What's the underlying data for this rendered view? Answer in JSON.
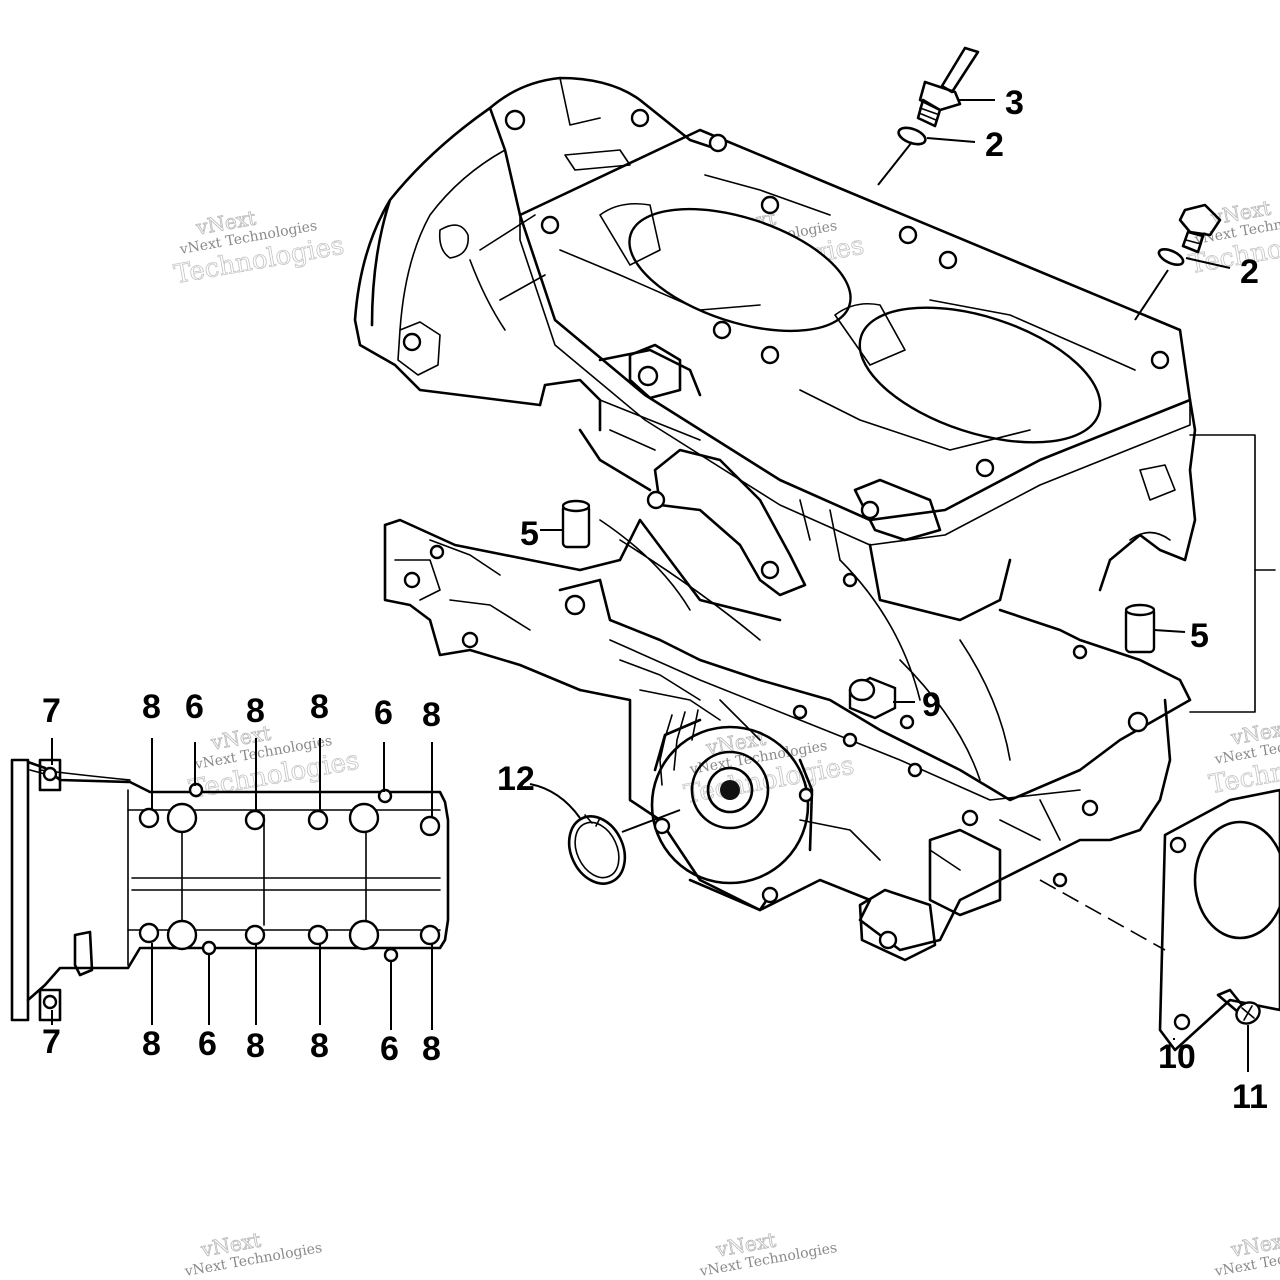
{
  "diagram": {
    "callouts": [
      {
        "id": "c3",
        "label": "3"
      },
      {
        "id": "c2a",
        "label": "2"
      },
      {
        "id": "c2b",
        "label": "2"
      },
      {
        "id": "c5a",
        "label": "5"
      },
      {
        "id": "c5b",
        "label": "5"
      },
      {
        "id": "c9",
        "label": "9"
      },
      {
        "id": "c12",
        "label": "12"
      },
      {
        "id": "c10",
        "label": "10"
      },
      {
        "id": "c11",
        "label": "11"
      },
      {
        "id": "t7a",
        "label": "7"
      },
      {
        "id": "t8a",
        "label": "8"
      },
      {
        "id": "t6a",
        "label": "6"
      },
      {
        "id": "t8b",
        "label": "8"
      },
      {
        "id": "t8c",
        "label": "8"
      },
      {
        "id": "t6b",
        "label": "6"
      },
      {
        "id": "t8d",
        "label": "8"
      },
      {
        "id": "b7a",
        "label": "7"
      },
      {
        "id": "b8a",
        "label": "8"
      },
      {
        "id": "b6a",
        "label": "6"
      },
      {
        "id": "b8b",
        "label": "8"
      },
      {
        "id": "b8c",
        "label": "8"
      },
      {
        "id": "b6b",
        "label": "6"
      },
      {
        "id": "b8d",
        "label": "8"
      }
    ]
  },
  "watermark": {
    "brand": "vNext",
    "name": "vNext Technologies",
    "word": "Technologies"
  }
}
